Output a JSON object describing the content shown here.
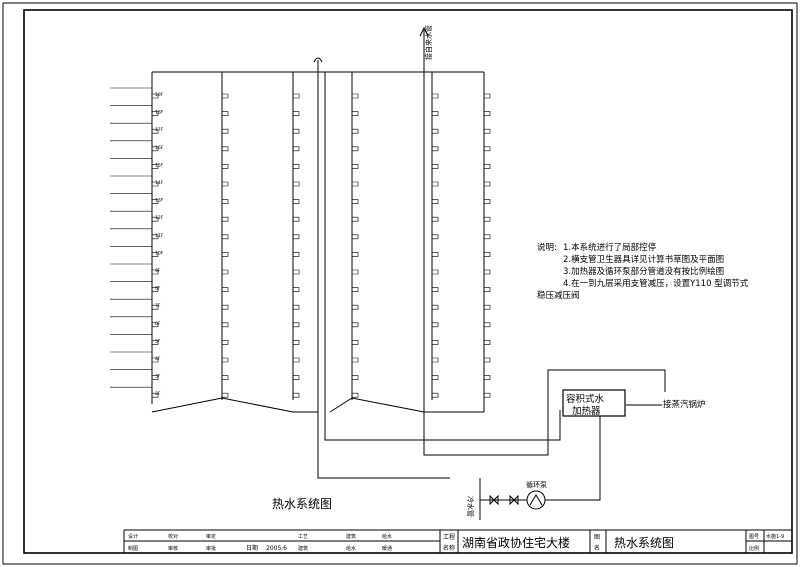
{
  "drawing": {
    "diagram_title": "热水系统图",
    "notes": {
      "heading": "说明:",
      "items": [
        "1.本系统进行了局部控停",
        "2.横支管卫生器具详见计算书草图及平面图",
        "3.加热器及循环泵部分管道没有按比例绘图",
        "4.在一到九层采用支管减压，设置Y110 型调节式"
      ],
      "continuation": "稳压减压阀"
    },
    "equipment": {
      "heater_line1": "容积式水",
      "heater_line2": "加热器",
      "boiler_connection": "接蒸汽锅炉",
      "pump": "循环泵",
      "cold_water": "冷水管",
      "supply_riser": "接自来水管"
    },
    "floor_labels": [
      "19F",
      "18F",
      "17F",
      "16F",
      "15F",
      "14F",
      "13F",
      "12F",
      "11F",
      "10F",
      "9F",
      "8F",
      "7F",
      "6F",
      "5F",
      "4F",
      "3F",
      "2F"
    ]
  },
  "title_block": {
    "project_label_1": "工程",
    "project_label_2": "名称",
    "project_name": "湖南省政协住宅大楼",
    "drawing_label_1": "图",
    "drawing_label_2": "名",
    "drawing_name": "热水系统图",
    "date_label": "日期",
    "date_value": "2005.6",
    "cells_row1": [
      "设计",
      "校对",
      "审定",
      "工艺",
      "建筑",
      "给水",
      "图号",
      "水施1-9"
    ],
    "cells_row2": [
      "制图",
      "审核",
      "审批",
      "建筑",
      "给水",
      "暖通",
      "比例"
    ]
  }
}
